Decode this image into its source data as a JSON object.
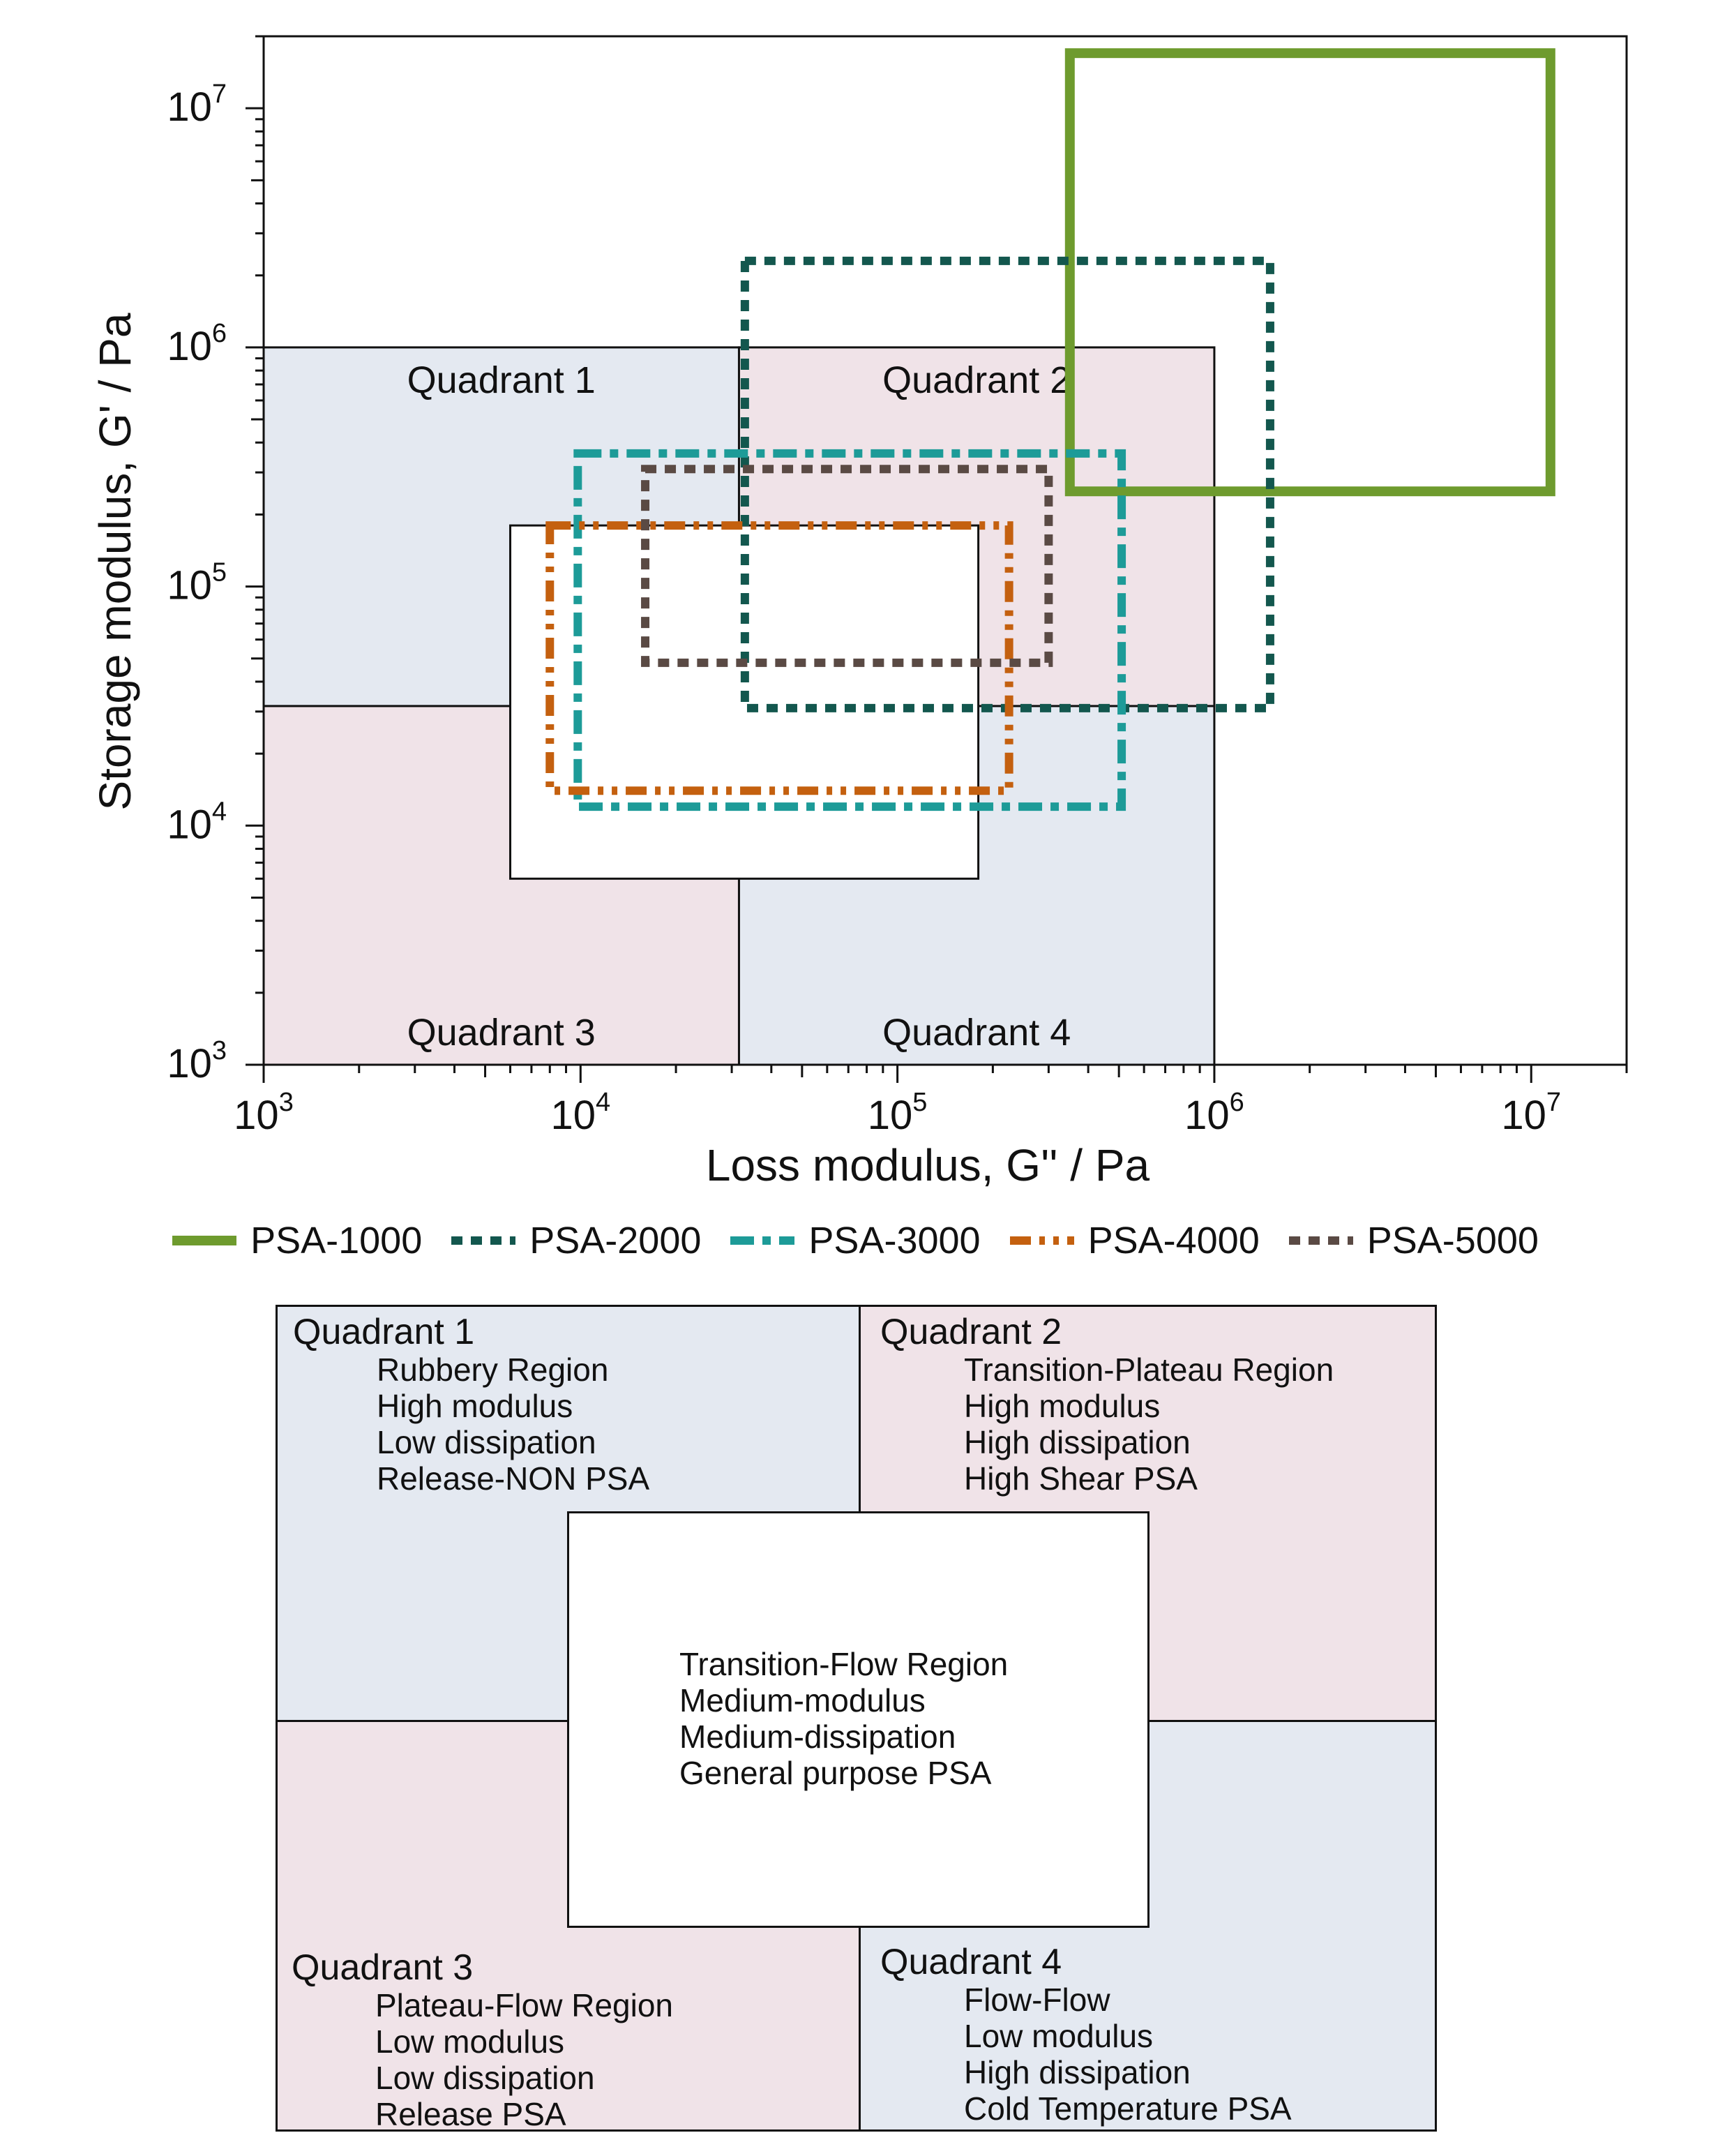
{
  "chart_data": {
    "type": "box-regions",
    "xlabel": "Loss modulus, G'' / Pa",
    "ylabel": "Storage modulus, G' / Pa",
    "xscale": "log",
    "yscale": "log",
    "xlim": [
      1000,
      20000000
    ],
    "ylim": [
      1000,
      20000000
    ],
    "x_ticks": [
      {
        "base": "10",
        "exp": "3"
      },
      {
        "base": "10",
        "exp": "4"
      },
      {
        "base": "10",
        "exp": "5"
      },
      {
        "base": "10",
        "exp": "6"
      },
      {
        "base": "10",
        "exp": "7"
      }
    ],
    "y_ticks": [
      {
        "base": "10",
        "exp": "3"
      },
      {
        "base": "10",
        "exp": "4"
      },
      {
        "base": "10",
        "exp": "5"
      },
      {
        "base": "10",
        "exp": "6"
      },
      {
        "base": "10",
        "exp": "7"
      }
    ],
    "regions": [
      {
        "name": "Quadrant 1",
        "x": [
          1000,
          31623
        ],
        "y": [
          31623,
          1000000
        ],
        "color": "#e4e9f1"
      },
      {
        "name": "Quadrant 2",
        "x": [
          31623,
          1000000
        ],
        "y": [
          31623,
          1000000
        ],
        "color": "#f0e3e8"
      },
      {
        "name": "Quadrant 3",
        "x": [
          1000,
          31623
        ],
        "y": [
          1000,
          31623
        ],
        "color": "#f0e3e8"
      },
      {
        "name": "Quadrant 4",
        "x": [
          31623,
          1000000
        ],
        "y": [
          1000,
          31623
        ],
        "color": "#e4e9f1"
      },
      {
        "name": "",
        "x": [
          6000,
          180000
        ],
        "y": [
          6000,
          180000
        ],
        "color": "#ffffff"
      }
    ],
    "region_label_positions": [
      "top",
      "top",
      "bottom",
      "bottom"
    ],
    "series": [
      {
        "name": "PSA-1000",
        "color": "#6e9b2e",
        "style": "solid",
        "x": [
          350000,
          11500000
        ],
        "y": [
          250000,
          17000000
        ]
      },
      {
        "name": "PSA-2000",
        "color": "#13574e",
        "style": "dotted",
        "x": [
          33000,
          1500000
        ],
        "y": [
          31000,
          2300000
        ]
      },
      {
        "name": "PSA-3000",
        "color": "#1d9b98",
        "style": "dashdot",
        "x": [
          9800,
          510000
        ],
        "y": [
          12000,
          360000
        ]
      },
      {
        "name": "PSA-4000",
        "color": "#c4600f",
        "style": "dashdotdot",
        "x": [
          8000,
          225000
        ],
        "y": [
          14000,
          180000
        ]
      },
      {
        "name": "PSA-5000",
        "color": "#5a4a44",
        "style": "dotted",
        "x": [
          16000,
          300000
        ],
        "y": [
          48000,
          310000
        ]
      }
    ],
    "grid": false,
    "legend": "bottom"
  },
  "quadrant_panel": {
    "q1": {
      "title": "Quadrant 1",
      "lines": [
        "Rubbery Region",
        "High modulus",
        "Low dissipation",
        "Release-NON PSA"
      ]
    },
    "q2": {
      "title": "Quadrant 2",
      "lines": [
        "Transition-Plateau Region",
        "High modulus",
        "High dissipation",
        "High Shear PSA"
      ]
    },
    "q3": {
      "title": "Quadrant 3",
      "lines": [
        "Plateau-Flow Region",
        "Low modulus",
        "Low dissipation",
        "Release PSA"
      ]
    },
    "q4": {
      "title": "Quadrant 4",
      "lines": [
        "Flow-Flow",
        "Low modulus",
        "High dissipation",
        "Cold Temperature PSA"
      ]
    },
    "center": {
      "lines": [
        "Transition-Flow Region",
        "Medium-modulus",
        "Medium-dissipation",
        "General purpose PSA"
      ]
    }
  }
}
